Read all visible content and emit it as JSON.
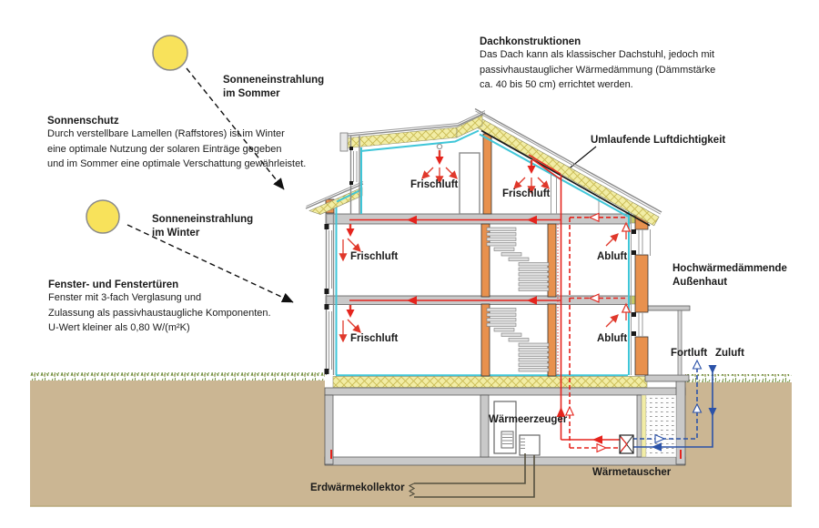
{
  "diagram": {
    "title_hint": "Passivhaus Funktionsschema (Schnitt)",
    "colors": {
      "sun": "#F8E25B",
      "insulation_yellow": "#F2EDA5",
      "masonry_orange": "#E8914E",
      "airtight_cyan": "#3FC6D8",
      "supply_air_red": "#E5241D",
      "outdoor_air_blue": "#2B52A8",
      "soil_brown": "#CBB693",
      "grass_green": "#6E8F3B"
    },
    "annotations": {
      "sonneneinstrahlung_sommer": "Sonneneinstrahlung\nim Sommer",
      "sonnenschutz_title": "Sonnenschutz",
      "sonnenschutz_body": "Durch verstellbare Lamellen (Raffstores) ist im Winter\neine optimale Nutzung der solaren Einträge gegeben\nund im Sommer eine optimale Verschattung gewährleistet.",
      "sonneneinstrahlung_winter": "Sonneneinstrahlung\nim Winter",
      "fenster_title": "Fenster- und Fenstertüren",
      "fenster_body": "Fenster mit 3-fach Verglasung und\nZulassung als passivhaustaugliche Komponenten.\nU-Wert kleiner als 0,80 W/(m²K)",
      "dach_title": "Dachkonstruktionen",
      "dach_body": "Das Dach kann als klassischer Dachstuhl, jedoch mit\npassivhaustauglicher Wärmedämmung (Dämmstärke\nca. 40 bis 50 cm) errichtet werden.",
      "luftdichtigkeit": "Umlaufende Luftdichtigkeit",
      "aussenhaut": "Hochwärmedämmende\nAußenhaut",
      "fortluft": "Fortluft",
      "zuluft": "Zuluft",
      "frischluft": "Frischluft",
      "abluft": "Abluft",
      "waermeerzeuger": "Wärmeerzeuger",
      "waermetauscher": "Wärmetauscher",
      "erdwaermekollektor": "Erdwärmekollektor"
    }
  }
}
